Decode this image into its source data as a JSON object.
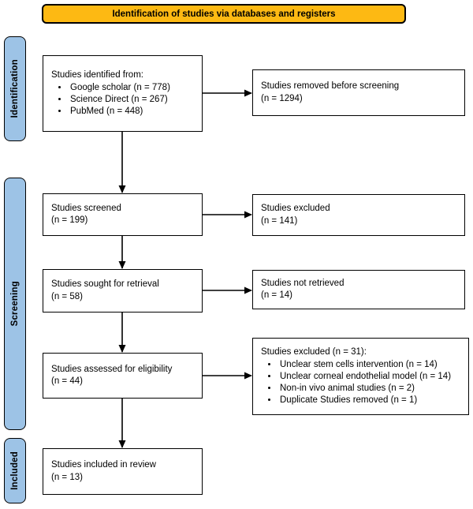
{
  "banner": {
    "label": "Identification of studies via databases and registers"
  },
  "stages": [
    {
      "label": "Identification"
    },
    {
      "label": "Screening"
    },
    {
      "label": "Included"
    }
  ],
  "left_boxes": [
    {
      "title": "Studies identified from:",
      "bullets": [
        "Google scholar (n = 778)",
        "Science Direct (n = 267)",
        "PubMed (n = 448)"
      ]
    },
    {
      "line1": "Studies screened",
      "line2": "(n = 199)"
    },
    {
      "line1": "Studies sought for retrieval",
      "line2": "(n = 58)"
    },
    {
      "line1": "Studies assessed for eligibility",
      "line2": "(n = 44)"
    },
    {
      "line1": "Studies included in review",
      "line2": "(n = 13)"
    }
  ],
  "right_boxes": [
    {
      "line1": "Studies removed before screening",
      "line2": "(n = 1294)"
    },
    {
      "line1": "Studies excluded",
      "line2": "(n = 141)"
    },
    {
      "line1": "Studies not retrieved",
      "line2": "(n = 14)"
    },
    {
      "title": "Studies excluded (n = 31):",
      "bullets": [
        "Unclear stem cells intervention (n = 14)",
        "Unclear corneal endothelial model (n = 14)",
        "Non-in vivo animal studies (n = 2)",
        "Duplicate Studies removed (n = 1)"
      ]
    }
  ],
  "colors": {
    "banner_fill": "#FDB913",
    "stage_fill": "#9DC3E6",
    "border": "#000000",
    "box_fill": "#FFFFFF"
  }
}
